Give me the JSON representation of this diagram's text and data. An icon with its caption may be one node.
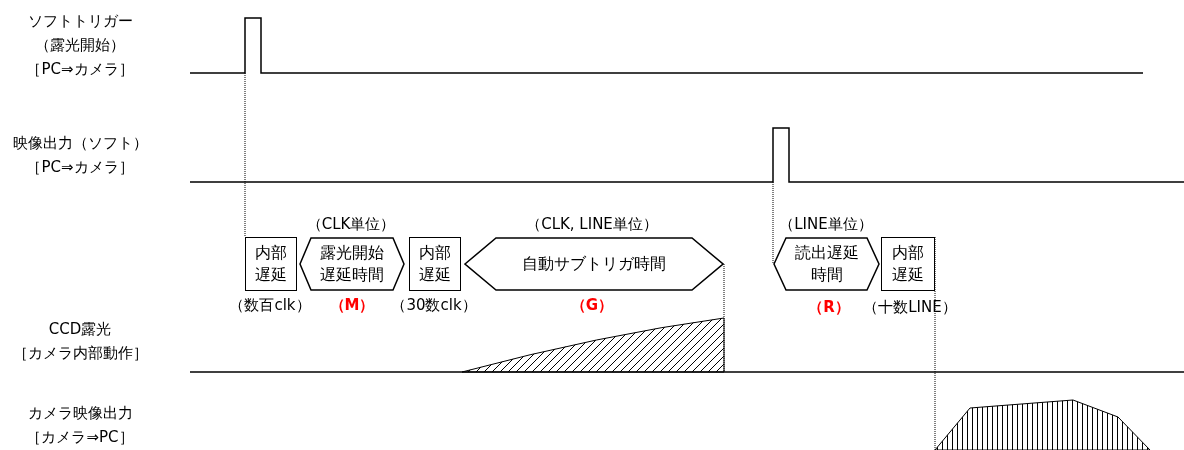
{
  "diagram": {
    "nodes": [
      {
        "text": [
          "内部遅延"
        ],
        "beside": [
          "（数百clk）"
        ]
      },
      {
        "text": [
          "露光開始遅延時間"
        ],
        "beside": [
          "（CLK単位）",
          "（M）"
        ]
      },
      {
        "text": [
          "内部遅延"
        ],
        "beside": [
          "（30数clk）"
        ]
      },
      {
        "text": [
          "自動サブトリガ時間"
        ],
        "beside": [
          "（CLK, LINE単位）",
          "（G）"
        ]
      },
      {
        "text": [
          "読出遅延時間"
        ],
        "beside": [
          "（LINE単位）",
          "（R）"
        ]
      },
      {
        "text": [
          "内部遅延"
        ],
        "beside": [
          "（十数LINE）"
        ]
      }
    ],
    "labels": [
      "ソフトトリガー",
      "（露光開始）",
      "［PC⇒カメラ］",
      "映像出力（ソフト）",
      "［PC⇒カメラ］",
      "CCD露光",
      "［カメラ内部動作］",
      "カメラ映像出力",
      "［カメラ⇒PC］"
    ]
  }
}
